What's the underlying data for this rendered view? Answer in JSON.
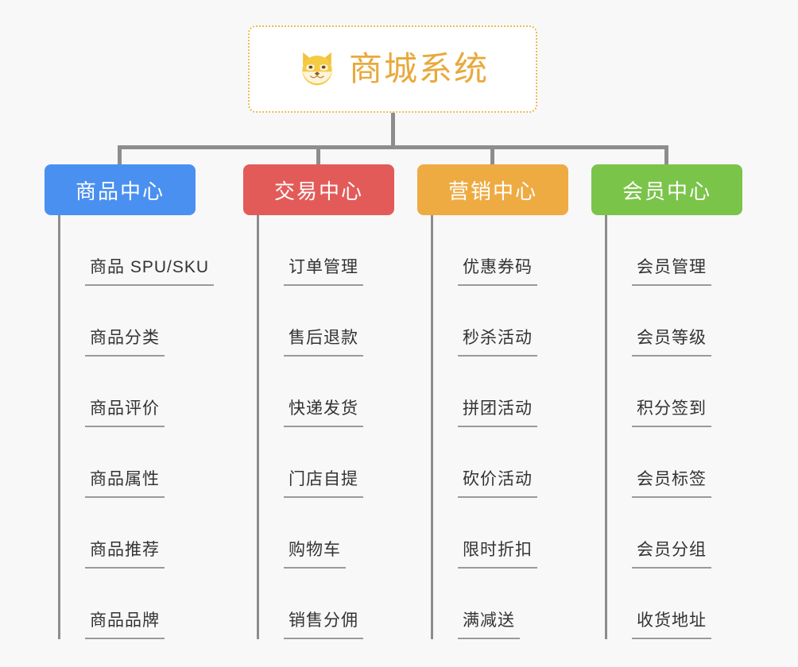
{
  "diagram": {
    "title": "商城系统",
    "root_icon": "shiba-dog-icon",
    "background_color": "#f8f8f8",
    "title_color": "#e8a93c",
    "root_border_color": "#f0b952",
    "connector_color": "#8d8d8d",
    "type": "org-tree",
    "columns": [
      {
        "id": "product-center",
        "label": "商品中心",
        "color": "#4a90f0",
        "items": [
          "商品 SPU/SKU",
          "商品分类",
          "商品评价",
          "商品属性",
          "商品推荐",
          "商品品牌"
        ]
      },
      {
        "id": "trade-center",
        "label": "交易中心",
        "color": "#e35b59",
        "items": [
          "订单管理",
          "售后退款",
          "快递发货",
          "门店自提",
          "购物车",
          "销售分佣"
        ]
      },
      {
        "id": "marketing-center",
        "label": "营销中心",
        "color": "#eeab42",
        "items": [
          "优惠券码",
          "秒杀活动",
          "拼团活动",
          "砍价活动",
          "限时折扣",
          "满减送"
        ]
      },
      {
        "id": "member-center",
        "label": "会员中心",
        "color": "#7ac44a",
        "items": [
          "会员管理",
          "会员等级",
          "积分签到",
          "会员标签",
          "会员分组",
          "收货地址"
        ]
      }
    ]
  }
}
